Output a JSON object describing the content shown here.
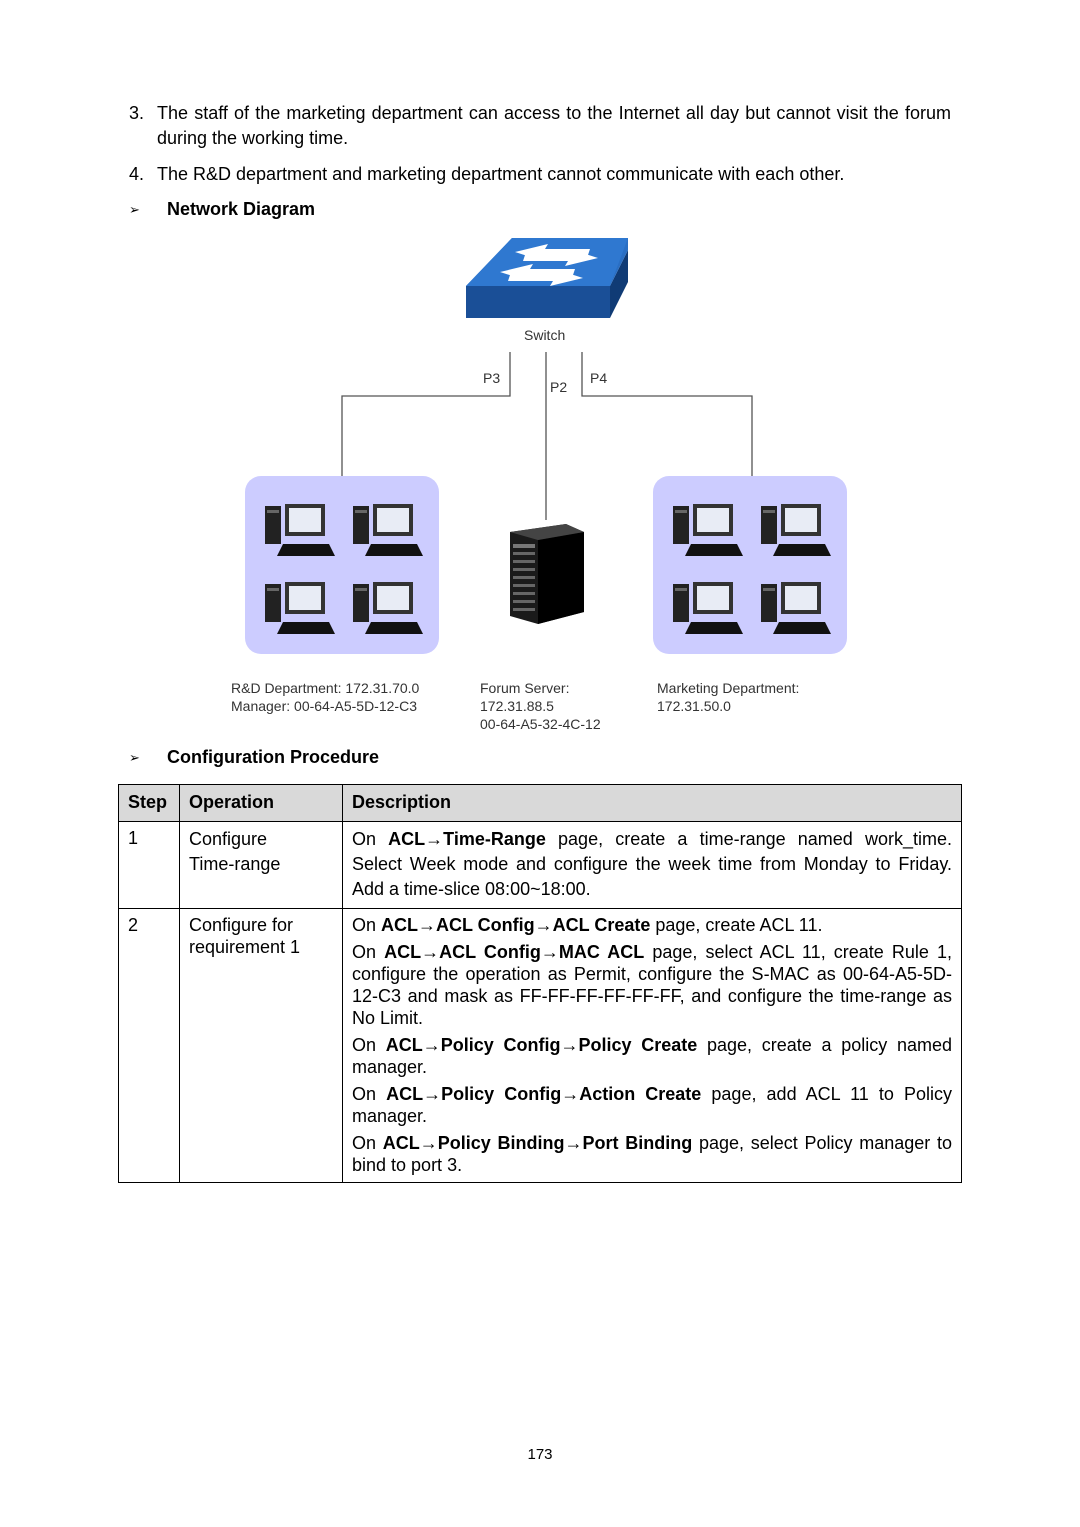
{
  "intro_items": [
    {
      "num": "3.",
      "text": "The staff of the marketing department can access to the Internet all day but cannot visit the forum during the working time."
    },
    {
      "num": "4.",
      "text": "The R&D department and marketing department cannot communicate with each other."
    }
  ],
  "section_network": "Network Diagram",
  "diagram": {
    "switch_label": "Switch",
    "ports": {
      "p3": "P3",
      "p2": "P2",
      "p4": "P4"
    },
    "rd_line1": "R&D Department: 172.31.70.0",
    "rd_line2": "Manager: 00-64-A5-5D-12-C3",
    "forum_line1": "Forum Server:",
    "forum_line2": "172.31.88.5",
    "forum_line3": "00-64-A5-32-4C-12",
    "mkt_line1": "Marketing Department:",
    "mkt_line2": "172.31.50.0",
    "colors": {
      "switch_blue": "#1f5fb0",
      "group_bg": "#ccccff",
      "line": "#555555"
    }
  },
  "section_config": "Configuration Procedure",
  "table": {
    "headers": {
      "step": "Step",
      "operation": "Operation",
      "description": "Description"
    },
    "row1": {
      "step": "1",
      "op_line1": "Configure",
      "op_line2": "Time-range",
      "d1_pre": "On ",
      "d1_b1": "ACL",
      "d1_arrow": "→",
      "d1_b2": "Time-Range",
      "d1_post": " page, create a time-range named work_time. Select Week mode and configure the week time from Monday to Friday. Add a time-slice 08:00~18:00."
    },
    "row2": {
      "step": "2",
      "op_line1": "Configure for",
      "op_line2": "requirement 1",
      "p1": {
        "pre": "On ",
        "b1": "ACL",
        "b2": "ACL Config",
        "b3": "ACL Create",
        "post": " page, create ACL 11."
      },
      "p2": {
        "pre": "On ",
        "b1": "ACL",
        "b2": "ACL Config",
        "b3": "MAC ACL",
        "post": " page, select ACL 11, create Rule 1, configure the operation as Permit, configure the S-MAC as 00-64-A5-5D-12-C3 and mask as FF-FF-FF-FF-FF-FF, and configure the time-range as No Limit."
      },
      "p3": {
        "pre": "On ",
        "b1": "ACL",
        "b2": "Policy Config",
        "b3": "Policy Create",
        "post": " page, create a policy named manager."
      },
      "p4": {
        "pre": "On ",
        "b1": "ACL",
        "b2": "Policy Config",
        "b3": "Action Create",
        "post": " page, add ACL 11 to Policy manager."
      },
      "p5": {
        "pre": "On ",
        "b1": "ACL",
        "b2": "Policy Binding",
        "b3": "Port Binding",
        "post": " page, select Policy manager to bind to port 3."
      },
      "arrow": "→"
    }
  },
  "page_number": "173"
}
